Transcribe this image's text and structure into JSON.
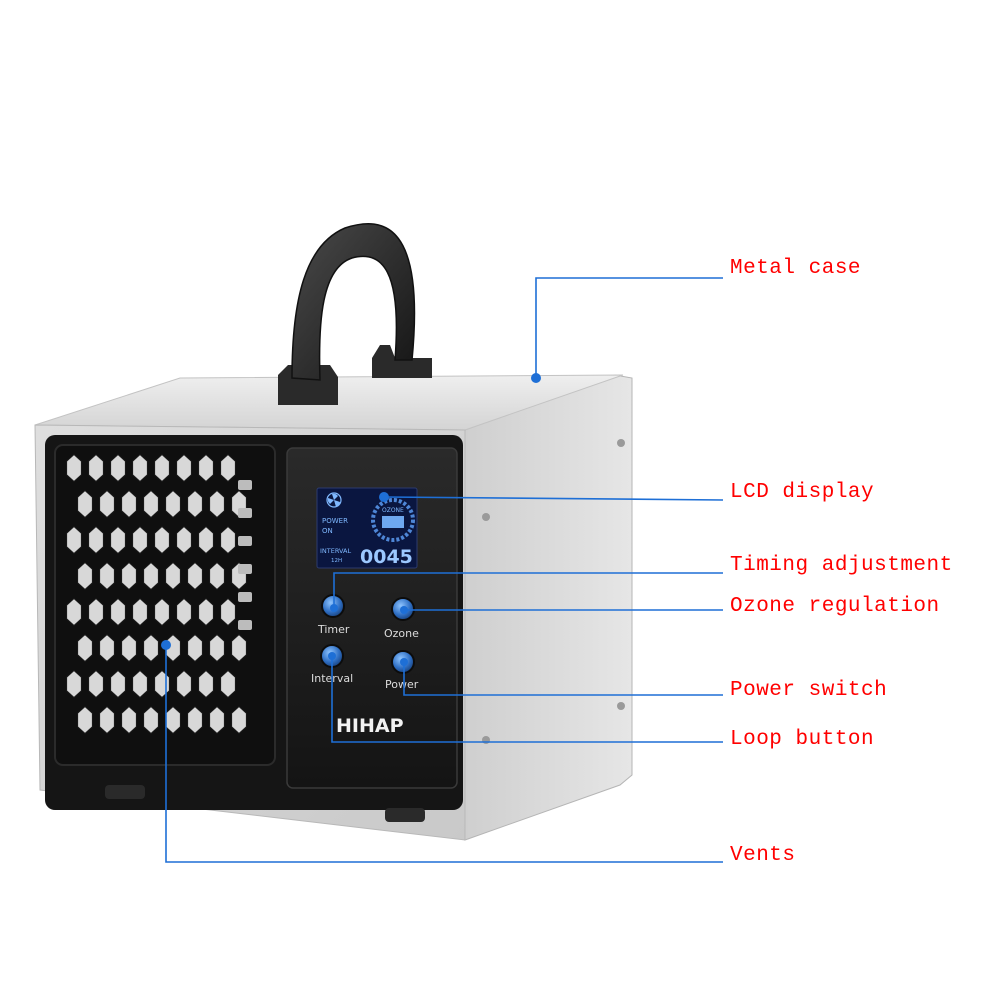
{
  "callouts": [
    {
      "id": "metal-case",
      "label": "Metal case"
    },
    {
      "id": "lcd-display",
      "label": "LCD display"
    },
    {
      "id": "timing-adjustment",
      "label": "Timing adjustment"
    },
    {
      "id": "ozone-regulation",
      "label": "Ozone regulation"
    },
    {
      "id": "power-switch",
      "label": "Power switch"
    },
    {
      "id": "loop-button",
      "label": "Loop button"
    },
    {
      "id": "vents",
      "label": "Vents"
    }
  ],
  "device": {
    "brand": "HIHAP",
    "buttons": {
      "timer": "Timer",
      "ozone": "Ozone",
      "interval": "Interval",
      "power": "Power"
    },
    "lcd": {
      "power_label": "POWER",
      "power_state": "ON",
      "interval_label": "INTERVAL",
      "interval_sub": "12H",
      "readout": "0045",
      "ozone_label": "OZONE"
    }
  },
  "colors": {
    "label": "#ff0000",
    "leader": "#1e6fd6",
    "dot": "#1e6fd6",
    "case": "#d9d9d9",
    "front": "#1b1b1b",
    "lcd_bg": "#0a1640",
    "lcd_text": "#7fb8ff"
  },
  "icons": {
    "fan": "fan-icon"
  }
}
